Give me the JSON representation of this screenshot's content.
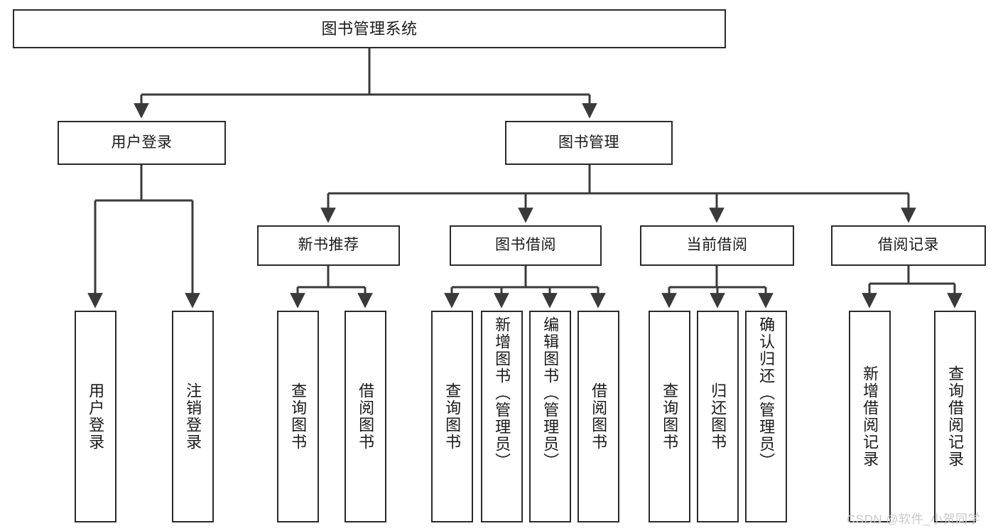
{
  "diagram": {
    "type": "tree",
    "title": "图书管理系统",
    "watermark": "CSDN @软件_小贺同学",
    "colors": {
      "box_border": "#2b2b2b",
      "box_fill": "#ffffff",
      "connector": "#3a3a3a",
      "text": "#1a1a1a",
      "watermark": "#c9c9c9",
      "background": "#ffffff"
    },
    "nodes": {
      "root": {
        "label": "图书管理系统"
      },
      "level2": [
        {
          "label": "用户登录"
        },
        {
          "label": "图书管理"
        }
      ],
      "level3": [
        {
          "label": "新书推荐"
        },
        {
          "label": "图书借阅"
        },
        {
          "label": "当前借阅"
        },
        {
          "label": "借阅记录"
        }
      ],
      "leaves": {
        "user_login": [
          {
            "label": "用户登录"
          },
          {
            "label": "注销登录"
          }
        ],
        "new_book_recommend": [
          {
            "label": "查询图书"
          },
          {
            "label": "借阅图书"
          }
        ],
        "book_borrow": [
          {
            "label": "查询图书"
          },
          {
            "label": "新增图书（管理员）"
          },
          {
            "label": "编辑图书（管理员）"
          },
          {
            "label": "借阅图书"
          }
        ],
        "current_borrow": [
          {
            "label": "查询图书"
          },
          {
            "label": "归还图书"
          },
          {
            "label": "确认归还（管理员）"
          }
        ],
        "borrow_record": [
          {
            "label": "新增借阅记录"
          },
          {
            "label": "查询借阅记录"
          }
        ]
      }
    }
  }
}
